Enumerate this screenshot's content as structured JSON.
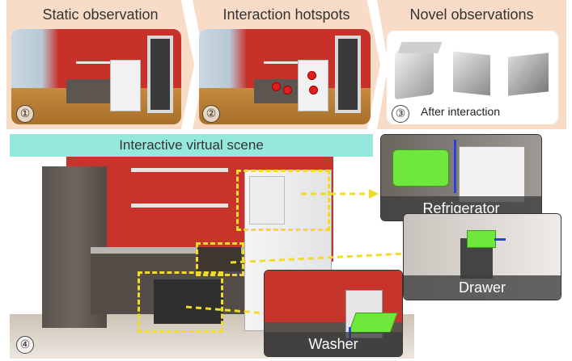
{
  "steps": [
    {
      "number": "①",
      "title": "Static observation"
    },
    {
      "number": "②",
      "title": "Interaction hotspots"
    },
    {
      "number": "③",
      "title": "Novel observations",
      "caption": "After interaction"
    }
  ],
  "scene": {
    "number": "④",
    "banner": "Interactive virtual scene"
  },
  "results": {
    "refrigerator": "Refrigerator",
    "drawer": "Drawer",
    "washer": "Washer"
  },
  "colors": {
    "step_panel": "#f8dcc8",
    "banner": "#95e9dc",
    "highlight_box": "#f0dc28",
    "hotspot": "#e02020",
    "interaction_part": "#6ee83a",
    "motion_arrow": "#2840e0"
  }
}
